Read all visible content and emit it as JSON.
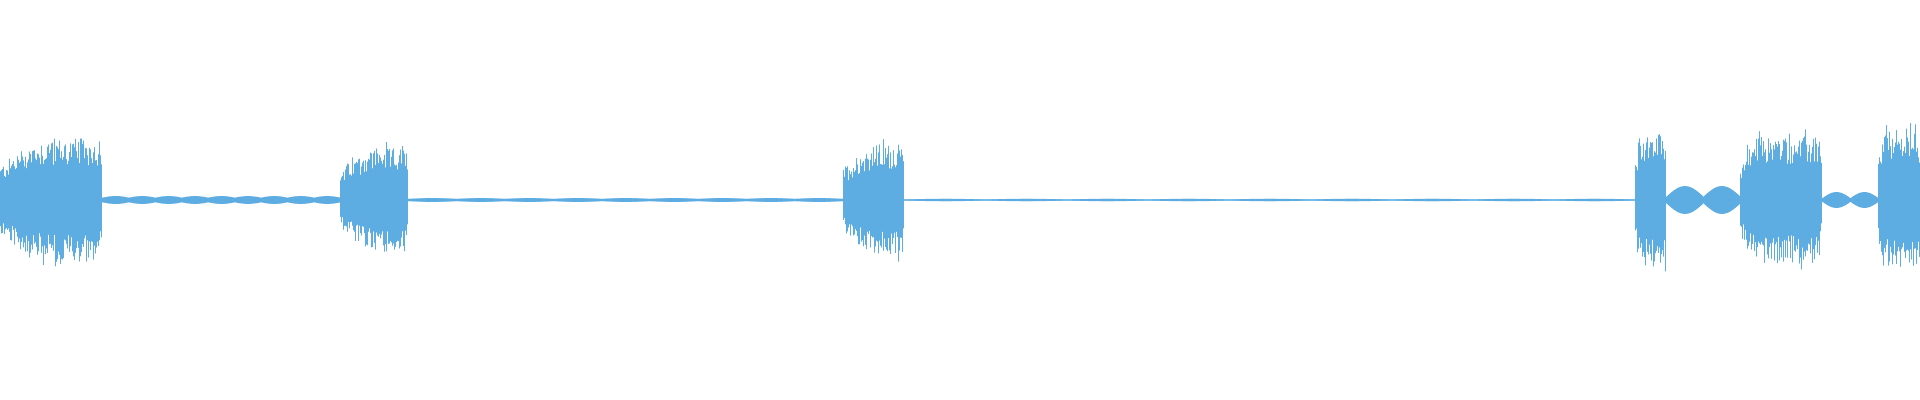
{
  "waveform": {
    "color": "#5dade2",
    "background": "#ffffff",
    "segments": [
      {
        "kind": "burst"
      },
      {
        "kind": "silence"
      },
      {
        "kind": "burst"
      },
      {
        "kind": "silence"
      },
      {
        "kind": "burst"
      },
      {
        "kind": "silence"
      },
      {
        "kind": "burst"
      },
      {
        "kind": "burst"
      },
      {
        "kind": "burst"
      },
      {
        "kind": "burst"
      }
    ]
  }
}
